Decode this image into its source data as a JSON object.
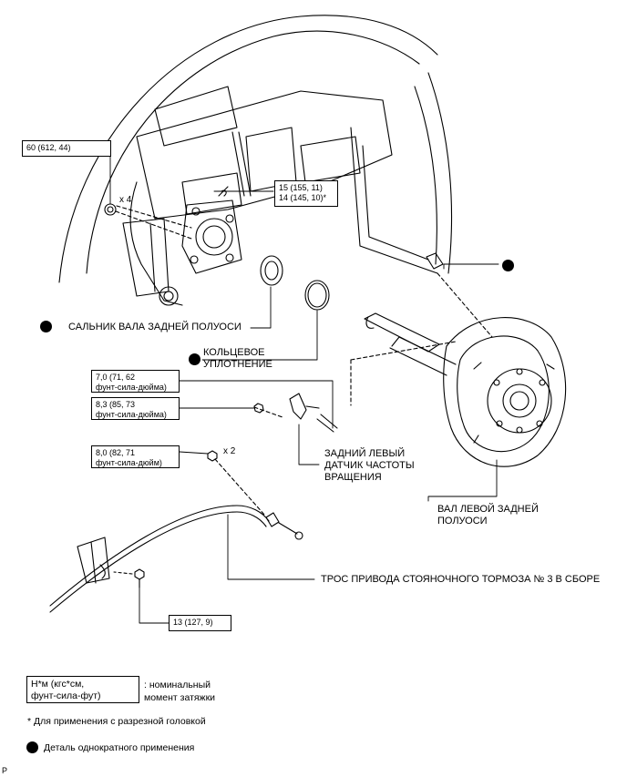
{
  "torque_boxes": {
    "t60": "60 (612, 44)",
    "t15": "15 (155, 11)",
    "t14": "14 (145, 10)*",
    "t70a": "7,0 (71, 62",
    "t70b": "фунт-сила-дюйма)",
    "t83a": "8,3 (85, 73",
    "t83b": "фунт-сила-дюйма)",
    "t80a": "8,0 (82, 71",
    "t80b": "фунт-сила-дюйм)",
    "t13": "13 (127, 9)"
  },
  "multipliers": {
    "x4": "x 4",
    "x2": "x 2"
  },
  "parts": {
    "oil_seal": "САЛЬНИК ВАЛА ЗАДНЕЙ ПОЛУОСИ",
    "o_ring_1": "КОЛЬЦЕВОЕ",
    "o_ring_2": "УПЛОТНЕНИЕ",
    "sensor_1": "ЗАДНИЙ ЛЕВЫЙ",
    "sensor_2": "ДАТЧИК ЧАСТОТЫ",
    "sensor_3": "ВРАЩЕНИЯ",
    "axle_1": "ВАЛ ЛЕВОЙ ЗАДНЕЙ",
    "axle_2": "ПОЛУОСИ",
    "cable": "ТРОС ПРИВОДА СТОЯНОЧНОГО ТОРМОЗА № 3 В СБОРЕ"
  },
  "legend": {
    "unit_line1": "Н*м (кгс*см,",
    "unit_line2": "фунт-сила-фут)",
    "unit_desc1": ": номинальный",
    "unit_desc2": "момент затяжки",
    "footnote": "* Для применения с разрезной головкой",
    "non_reusable": "Деталь однократного применения",
    "page_code": "P"
  }
}
